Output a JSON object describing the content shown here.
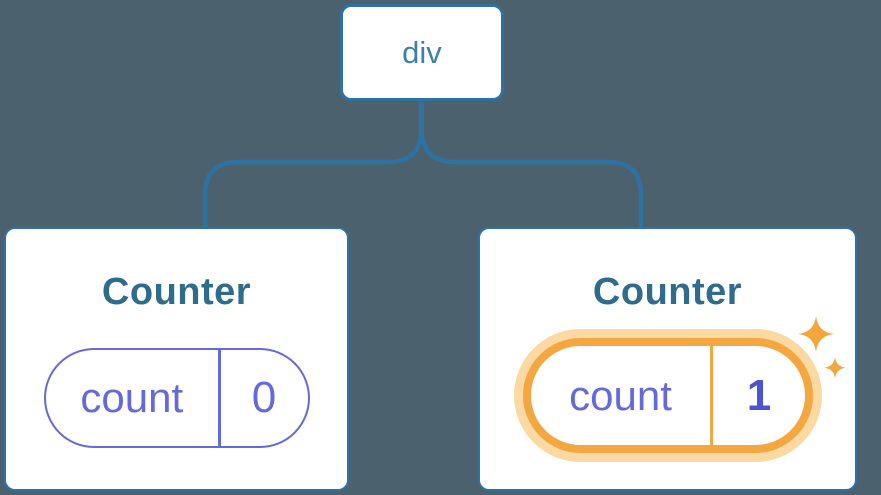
{
  "diagram": {
    "type": "component-tree",
    "background_color": "#4B626E",
    "connector_color": "#2E72A4",
    "root": {
      "label": "div"
    },
    "children": [
      {
        "title": "Counter",
        "state": {
          "key": "count",
          "value": "0"
        },
        "highlighted": false,
        "accent_color": "#6469DE"
      },
      {
        "title": "Counter",
        "state": {
          "key": "count",
          "value": "1"
        },
        "highlighted": true,
        "accent_color": "#F4A740",
        "glow_color": "#FBD9A2",
        "value_color": "#4E53CE",
        "badge_icon": "sparkles-icon"
      }
    ],
    "colors": {
      "card_background": "#FFFFFF",
      "card_border": "#2E72A4",
      "title_text": "#2F6C8C",
      "root_text": "#3F80A9",
      "pill_purple": "#6469DE",
      "sparkle_orange": "#F2A63C"
    }
  }
}
